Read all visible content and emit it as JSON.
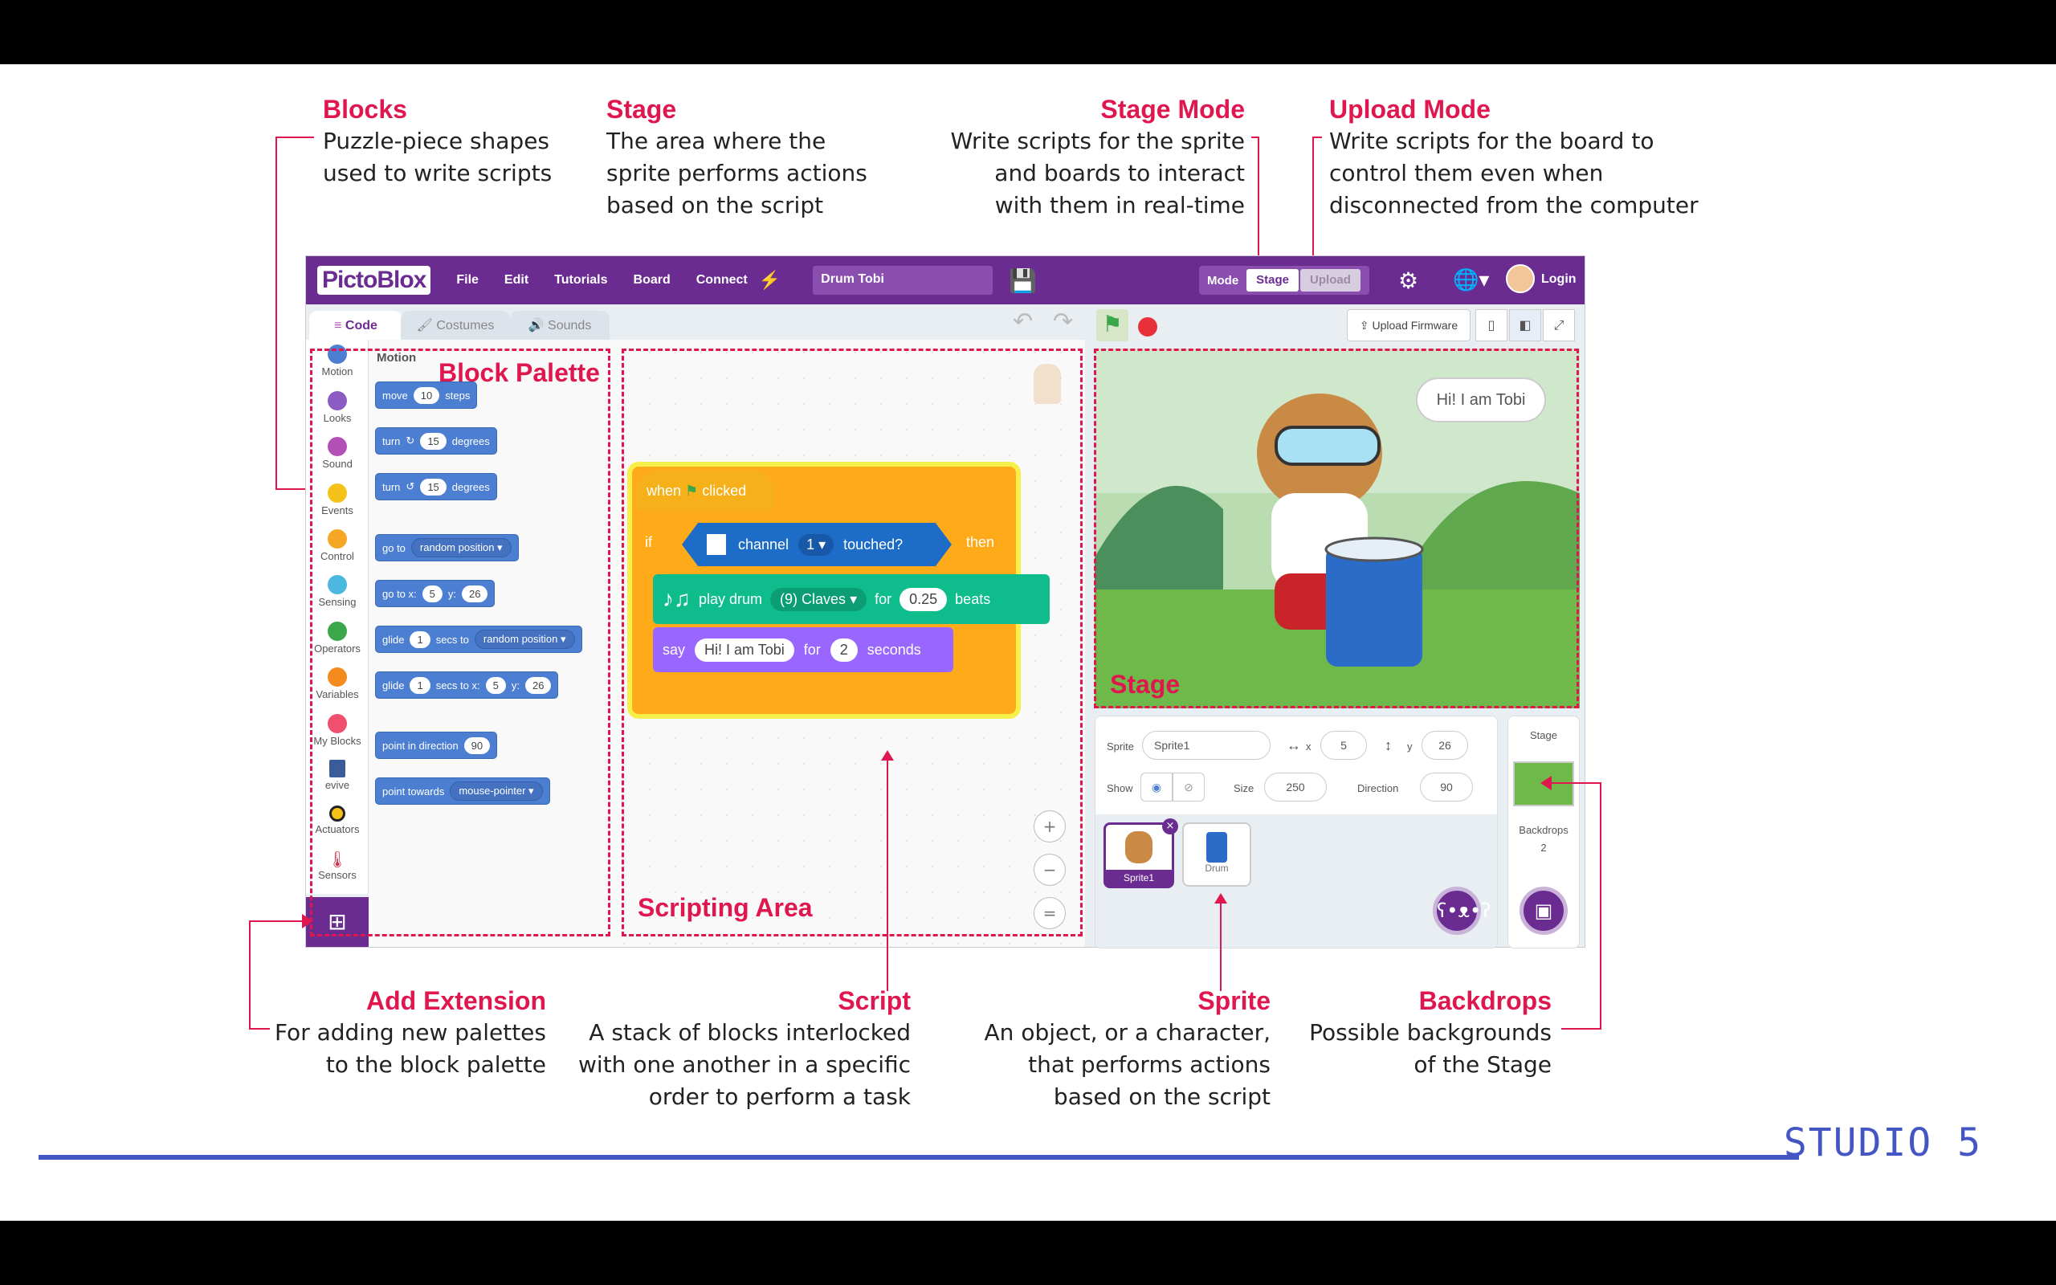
{
  "annotations": {
    "blocks": {
      "title": "Blocks",
      "desc1": "Puzzle-piece shapes",
      "desc2": "used to write scripts"
    },
    "stage": {
      "title": "Stage",
      "desc1": "The area where the",
      "desc2": "sprite performs actions",
      "desc3": "based on the script"
    },
    "stage_mode": {
      "title": "Stage Mode",
      "desc1": "Write scripts for the sprite",
      "desc2": "and boards to interact",
      "desc3": "with them in real-time"
    },
    "upload_mode": {
      "title": "Upload Mode",
      "desc1": "Write scripts for the board to",
      "desc2": "control them even when",
      "desc3": "disconnected from the computer"
    },
    "add_extension": {
      "title": "Add Extension",
      "desc1": "For adding new palettes",
      "desc2": "to the block palette"
    },
    "script": {
      "title": "Script",
      "desc1": "A stack of blocks interlocked",
      "desc2": "with one another in a specific",
      "desc3": "order to perform a task"
    },
    "sprite": {
      "title": "Sprite",
      "desc1": "An object, or a character,",
      "desc2": "that performs actions",
      "desc3": "based on the script"
    },
    "backdrops": {
      "title": "Backdrops",
      "desc1": "Possible backgrounds",
      "desc2": "of the Stage"
    }
  },
  "app": {
    "logo": "PictoBlox",
    "menu": [
      "File",
      "Edit",
      "Tutorials",
      "Board",
      "Connect"
    ],
    "project_name": "Drum Tobi",
    "mode_label": "Mode",
    "mode_stage": "Stage",
    "mode_upload": "Upload",
    "login": "Login",
    "upload_firmware": "Upload Firmware",
    "tabs": [
      "Code",
      "Costumes",
      "Sounds"
    ],
    "categories": [
      {
        "label": "Motion",
        "color": "#4c7fd1"
      },
      {
        "label": "Looks",
        "color": "#8a5cc4"
      },
      {
        "label": "Sound",
        "color": "#b44fb8"
      },
      {
        "label": "Events",
        "color": "#f5c21a"
      },
      {
        "label": "Control",
        "color": "#f5a623"
      },
      {
        "label": "Sensing",
        "color": "#4cb8e0"
      },
      {
        "label": "Operators",
        "color": "#3aa84a"
      },
      {
        "label": "Variables",
        "color": "#f58a1f"
      },
      {
        "label": "My Blocks",
        "color": "#f0506e"
      },
      {
        "label": "evive",
        "color": "#3a5c9a"
      },
      {
        "label": "Actuators",
        "color": "#222222"
      },
      {
        "label": "Sensors",
        "color": "#d0304a"
      }
    ],
    "palette_heading": "Motion",
    "blocks": {
      "move": "move",
      "move_val": "10",
      "steps": "steps",
      "turn": "turn",
      "turn_val": "15",
      "degrees": "degrees",
      "goto": "go to",
      "random_position": "random position",
      "goto_xy": "go to x:",
      "x_val": "5",
      "y_lbl": "y:",
      "y_val": "26",
      "glide": "glide",
      "glide_val": "1",
      "secs_to": "secs to",
      "secs_to_x": "secs to x:",
      "point_dir": "point in direction",
      "dir_val": "90",
      "point_towards": "point towards",
      "mouse_pointer": "mouse-pointer"
    },
    "script": {
      "when": "when",
      "clicked": "clicked",
      "if": "if",
      "then": "then",
      "channel": "channel",
      "channel_val": "1",
      "touched": "touched?",
      "play_drum": "play drum",
      "drum": "(9) Claves",
      "for": "for",
      "beats_val": "0.25",
      "beats": "beats",
      "say": "say",
      "say_text": "Hi! I am Tobi",
      "for2": "for",
      "secs_val": "2",
      "seconds": "seconds"
    },
    "stage_speech": "Hi! I am Tobi",
    "sprite_info": {
      "sprite_lbl": "Sprite",
      "sprite_name": "Sprite1",
      "x_lbl": "x",
      "x_val": "5",
      "y_lbl": "y",
      "y_val": "26",
      "show_lbl": "Show",
      "size_lbl": "Size",
      "size_val": "250",
      "dir_lbl": "Direction",
      "dir_val": "90",
      "sprites": [
        "Sprite1",
        "Drum"
      ]
    },
    "backdrop_info": {
      "stage_lbl": "Stage",
      "backdrops_lbl": "Backdrops",
      "count": "2"
    }
  },
  "section_labels": {
    "block_palette": "Block Palette",
    "scripting_area": "Scripting Area",
    "stage": "Stage"
  },
  "footer": {
    "brand": "STUDIO 5"
  }
}
